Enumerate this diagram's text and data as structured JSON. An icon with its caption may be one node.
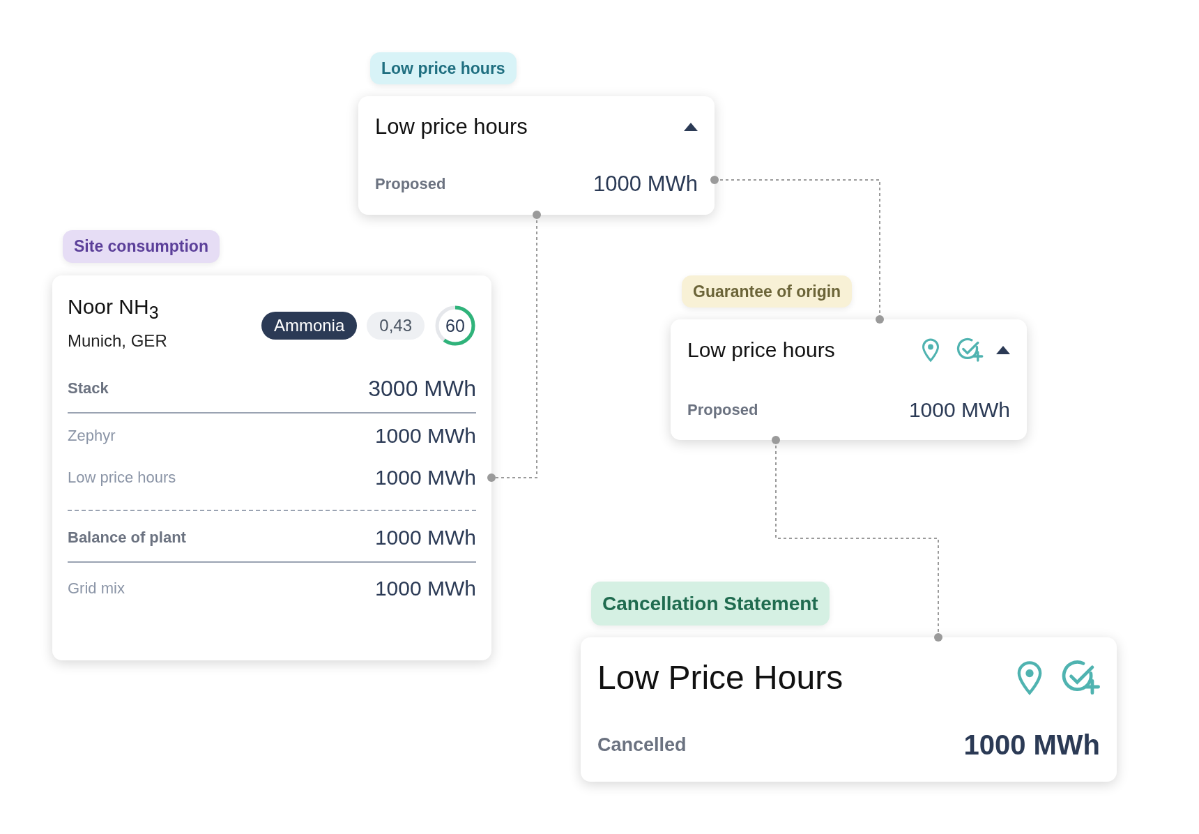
{
  "diagram": {
    "nodes": [
      {
        "text": [
          "Low price hours",
          "Low price hours",
          "Proposed",
          "1000 MWh"
        ]
      },
      {
        "text": [
          "Site consumption",
          "Noor NH$_{3}$",
          "Munich, GER",
          "Ammonia",
          "0,43",
          "60",
          "Stack",
          "3000 MWh",
          "Zephyr",
          "1000 MWh",
          "Balance of plant",
          "1000 MWh",
          "Grid mix",
          "1000 MWh"
        ]
      },
      {
        "text": [
          "Low price hours",
          "1000 MWh"
        ],
        "in": 1
      },
      {
        "text": [
          "Guarantee of origin",
          "Low price hours",
          "Proposed",
          "1000 MWh"
        ]
      },
      {
        "text": [
          "Cancellation Statement",
          "Low Price Hours",
          "Cancelled",
          "1000 MWh"
        ]
      }
    ],
    "edges": [
      {
        "from": 0,
        "to": 3,
        "arrow": "other",
        "style": "dashed"
      },
      {
        "from": 0,
        "to": 2,
        "arrow": "other",
        "style": "dashed"
      },
      {
        "from": 3,
        "to": 4,
        "arrow": "other",
        "style": "dashed"
      }
    ]
  }
}
